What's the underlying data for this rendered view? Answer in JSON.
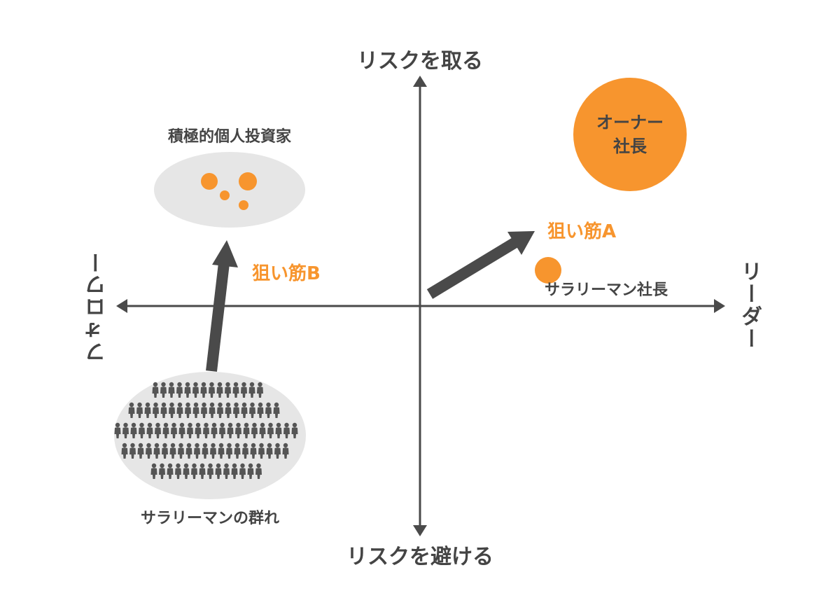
{
  "axes": {
    "top": "リスクを取る",
    "bottom": "リスクを避ける",
    "left": "フォロワー",
    "right": "リーダー"
  },
  "nodes": {
    "investors_label": "積極的個人投資家",
    "owner_line1": "オーナー",
    "owner_line2": "社長",
    "salaryman_president": "サラリーマン社長",
    "salaryman_crowd": "サラリーマンの群れ"
  },
  "paths": {
    "a": "狙い筋A",
    "b": "狙い筋B"
  },
  "colors": {
    "accent": "#F7952E",
    "axis": "#4A4A4A",
    "text": "#444444",
    "ellipse": "#E6E6E6"
  },
  "icons": [
    "person-icon"
  ]
}
